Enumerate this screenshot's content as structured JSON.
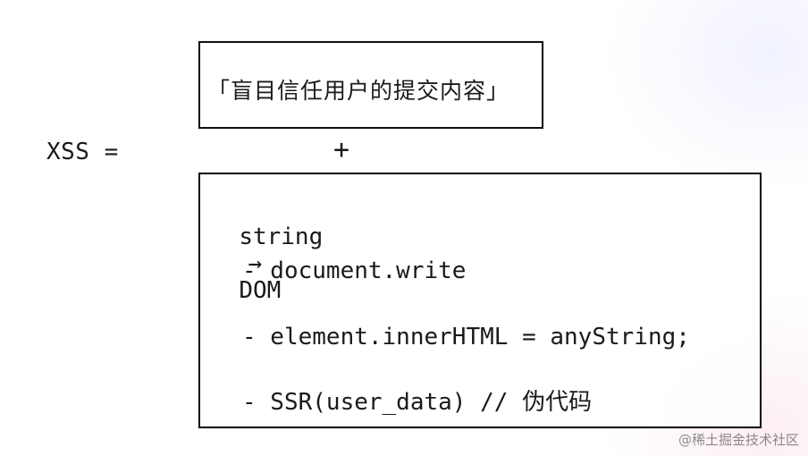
{
  "diagram": {
    "lhs": "XSS =",
    "top_box": {
      "text": "「盲目信任用户的提交内容」"
    },
    "plus": "+",
    "bottom_box": {
      "heading_left": "string",
      "heading_arrow": "→",
      "heading_right": "DOM",
      "items": [
        "- document.write",
        "- element.innerHTML = anyString;",
        "- SSR(user_data) // 伪代码"
      ]
    }
  },
  "watermark": {
    "text": "@稀土掘金技术社区"
  }
}
